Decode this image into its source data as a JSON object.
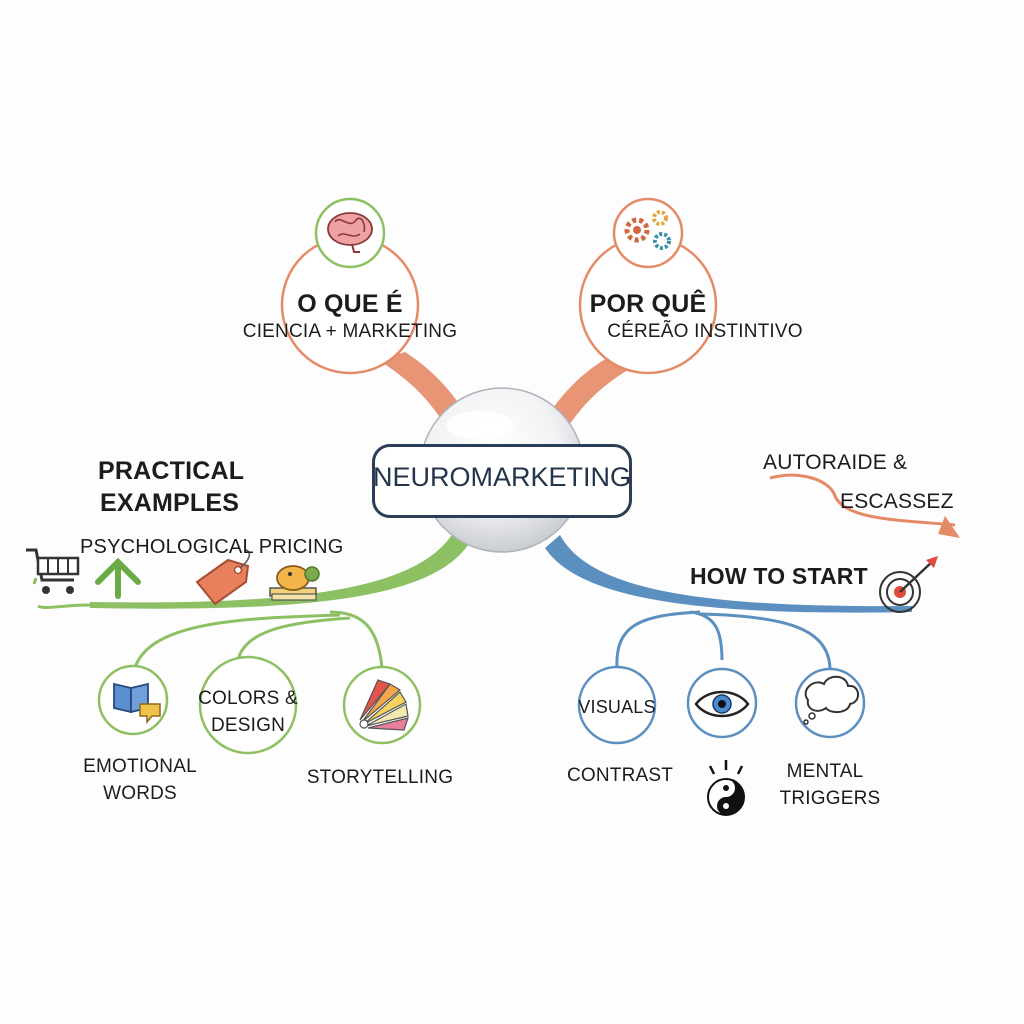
{
  "center": {
    "label": "NEUROMARKETING"
  },
  "top_left": {
    "title": "O QUE É",
    "subtitle": "CIENCIA + MARKETING",
    "icon": "brain-icon"
  },
  "top_right": {
    "title": "POR QUÊ",
    "subtitle": "CÉREÃO INSTINTIVO",
    "icon": "gears-icon"
  },
  "practical": {
    "title_line1": "PRACTICAL",
    "title_line2": "EXAMPLES",
    "pricing": "PSYCHOLOGICAL PRICING",
    "items": [
      {
        "label_line1": "EMOTIONAL",
        "label_line2": "WORDS",
        "icon": "book-speech-icon"
      },
      {
        "label_line1": "COLORS &",
        "label_line2": "DESIGN",
        "icon": ""
      },
      {
        "label_line1": "STORYTELLING",
        "label_line2": "",
        "icon": "color-swatch-icon"
      }
    ]
  },
  "how_to_start": {
    "title": "HOW TO START",
    "note_line1": "AUTORAIDE &",
    "note_line2": "ESCASSEZ",
    "items": [
      {
        "label": "VISUALS",
        "icon": ""
      },
      {
        "label": "CONTRAST",
        "icon": "eye-icon"
      },
      {
        "label_line1": "MENTAL",
        "label_line2": "TRIGGERS",
        "icon": "thought-bubble-icon"
      }
    ]
  },
  "colors": {
    "green": "#8cc063",
    "orange": "#e58a66",
    "blue": "#5a8fc0",
    "navy": "#2c3e55"
  }
}
